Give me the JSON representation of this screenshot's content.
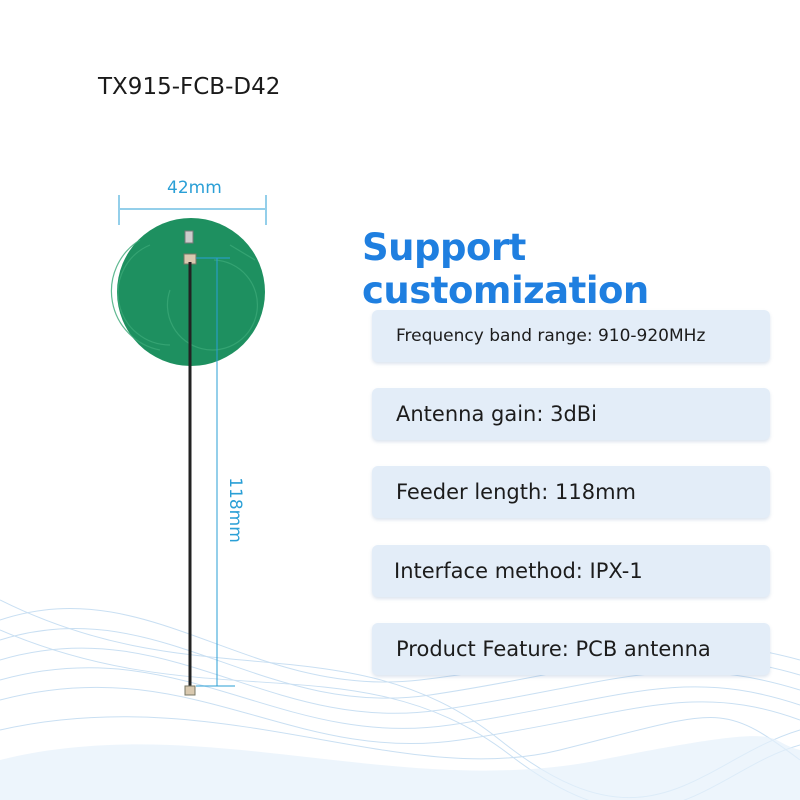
{
  "product": {
    "model": "TX915-FCB-D42"
  },
  "dimensions": {
    "diameter": "42mm",
    "cable_length": "118mm"
  },
  "heading": "Support customization",
  "specs": [
    "Frequency band range: 910-920MHz",
    "Antenna gain: 3dBi",
    "Feeder length: 118mm",
    "Interface method: IPX-1",
    "Product Feature: PCB antenna"
  ],
  "colors": {
    "accent": "#1f7fe0",
    "dimension": "#2a9fd6",
    "pcb": "#1e9060",
    "spec_bg": "#e3edf8"
  }
}
